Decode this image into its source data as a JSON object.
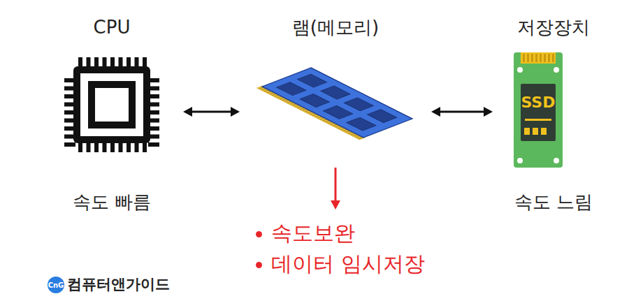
{
  "diagram": {
    "nodes": [
      {
        "text": [
          "CPU",
          "속도 빠름"
        ]
      },
      {
        "text": [
          "램(메모리)"
        ]
      },
      {
        "text": [
          "저장장치",
          "속도 느림"
        ]
      },
      {
        "text": [
          "속도보완",
          "데이터 임시저장"
        ]
      }
    ],
    "edges": [
      {
        "from": 0,
        "to": 1,
        "arrow": "both"
      },
      {
        "from": 1,
        "to": 2,
        "arrow": "both"
      },
      {
        "from": 1,
        "to": 3,
        "arrow": "to"
      }
    ],
    "labels": [
      "SSD",
      "CnG",
      "컴퓨터앤가이드"
    ]
  }
}
